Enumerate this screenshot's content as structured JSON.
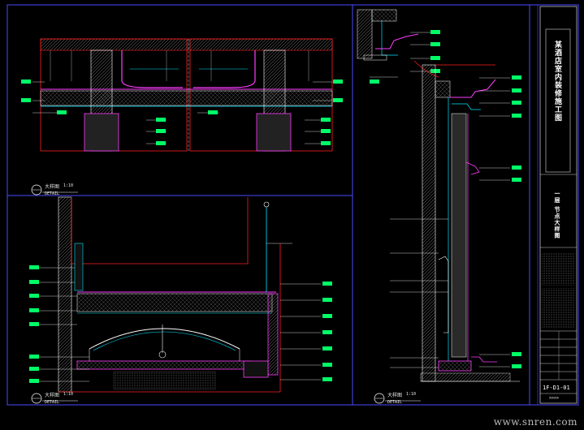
{
  "drawing": {
    "detail_a": {
      "title": "大样图",
      "scale": "1:10",
      "sub": "DETAIL"
    },
    "detail_b": {
      "title": "大样图",
      "scale": "1:10",
      "sub": "DETAIL"
    },
    "detail_c": {
      "title": "大样图",
      "scale": "1:10",
      "sub": "DETAIL"
    }
  },
  "title_block": {
    "project_name": "某酒店室内装修施工图",
    "drawing_name": "一层 节点大样图",
    "sheet_number": "1F-D1-01",
    "page_marker": ">>>>"
  },
  "watermark": "www.snren.com",
  "colors": {
    "background": "#000000",
    "border": "#4a4aff",
    "section_red": "#ff2020",
    "magenta": "#ff3cff",
    "cyan": "#00e5ff",
    "white": "#ffffff",
    "green": "#33ff33"
  }
}
